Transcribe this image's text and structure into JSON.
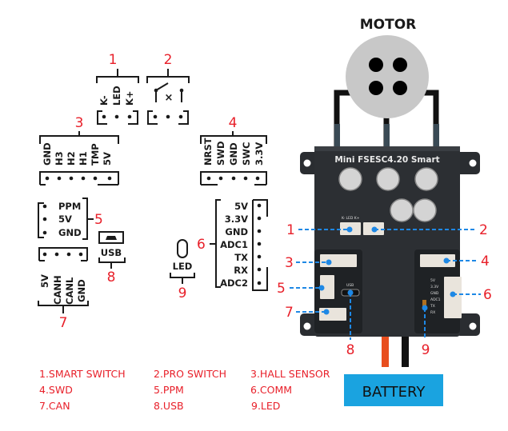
{
  "title": "MOTOR",
  "board_name": "Mini FSESC4.20 Smart",
  "battery_label": "BATTERY",
  "colors": {
    "accent_red": "#e8202a",
    "callout_blue": "#1e88e5",
    "battery_bg": "#1aa3e0",
    "board": "#2c2f33",
    "motor": "#c8c8c8"
  },
  "ports": {
    "p1": {
      "num": "1",
      "pins": [
        "K-",
        "LED",
        "K+"
      ]
    },
    "p2": {
      "num": "2",
      "symbol": "×"
    },
    "p3": {
      "num": "3",
      "pins": [
        "GND",
        "H3",
        "H2",
        "H1",
        "TMP",
        "5V"
      ]
    },
    "p4": {
      "num": "4",
      "pins": [
        "NRST",
        "SWD",
        "GND",
        "SWC",
        "3.3V"
      ]
    },
    "p5": {
      "num": "5",
      "pins": [
        "PPM",
        "5V",
        "GND"
      ]
    },
    "p6": {
      "num": "6",
      "pins": [
        "5V",
        "3.3V",
        "GND",
        "ADC1",
        "TX",
        "RX",
        "ADC2"
      ]
    },
    "p7": {
      "num": "7",
      "pins": [
        "5V",
        "CANH",
        "CANL",
        "GND"
      ]
    },
    "p8": {
      "num": "8",
      "label": "USB"
    },
    "p9": {
      "num": "9",
      "label": "LED"
    }
  },
  "callouts": [
    "1",
    "2",
    "3",
    "4",
    "5",
    "6",
    "7",
    "8",
    "9"
  ],
  "legend": [
    "1.SMART SWITCH",
    "2.PRO SWITCH",
    "3.HALL SENSOR",
    "4.SWD",
    "5.PPM",
    "6.COMM",
    "7.CAN",
    "8.USB",
    "9.LED"
  ]
}
